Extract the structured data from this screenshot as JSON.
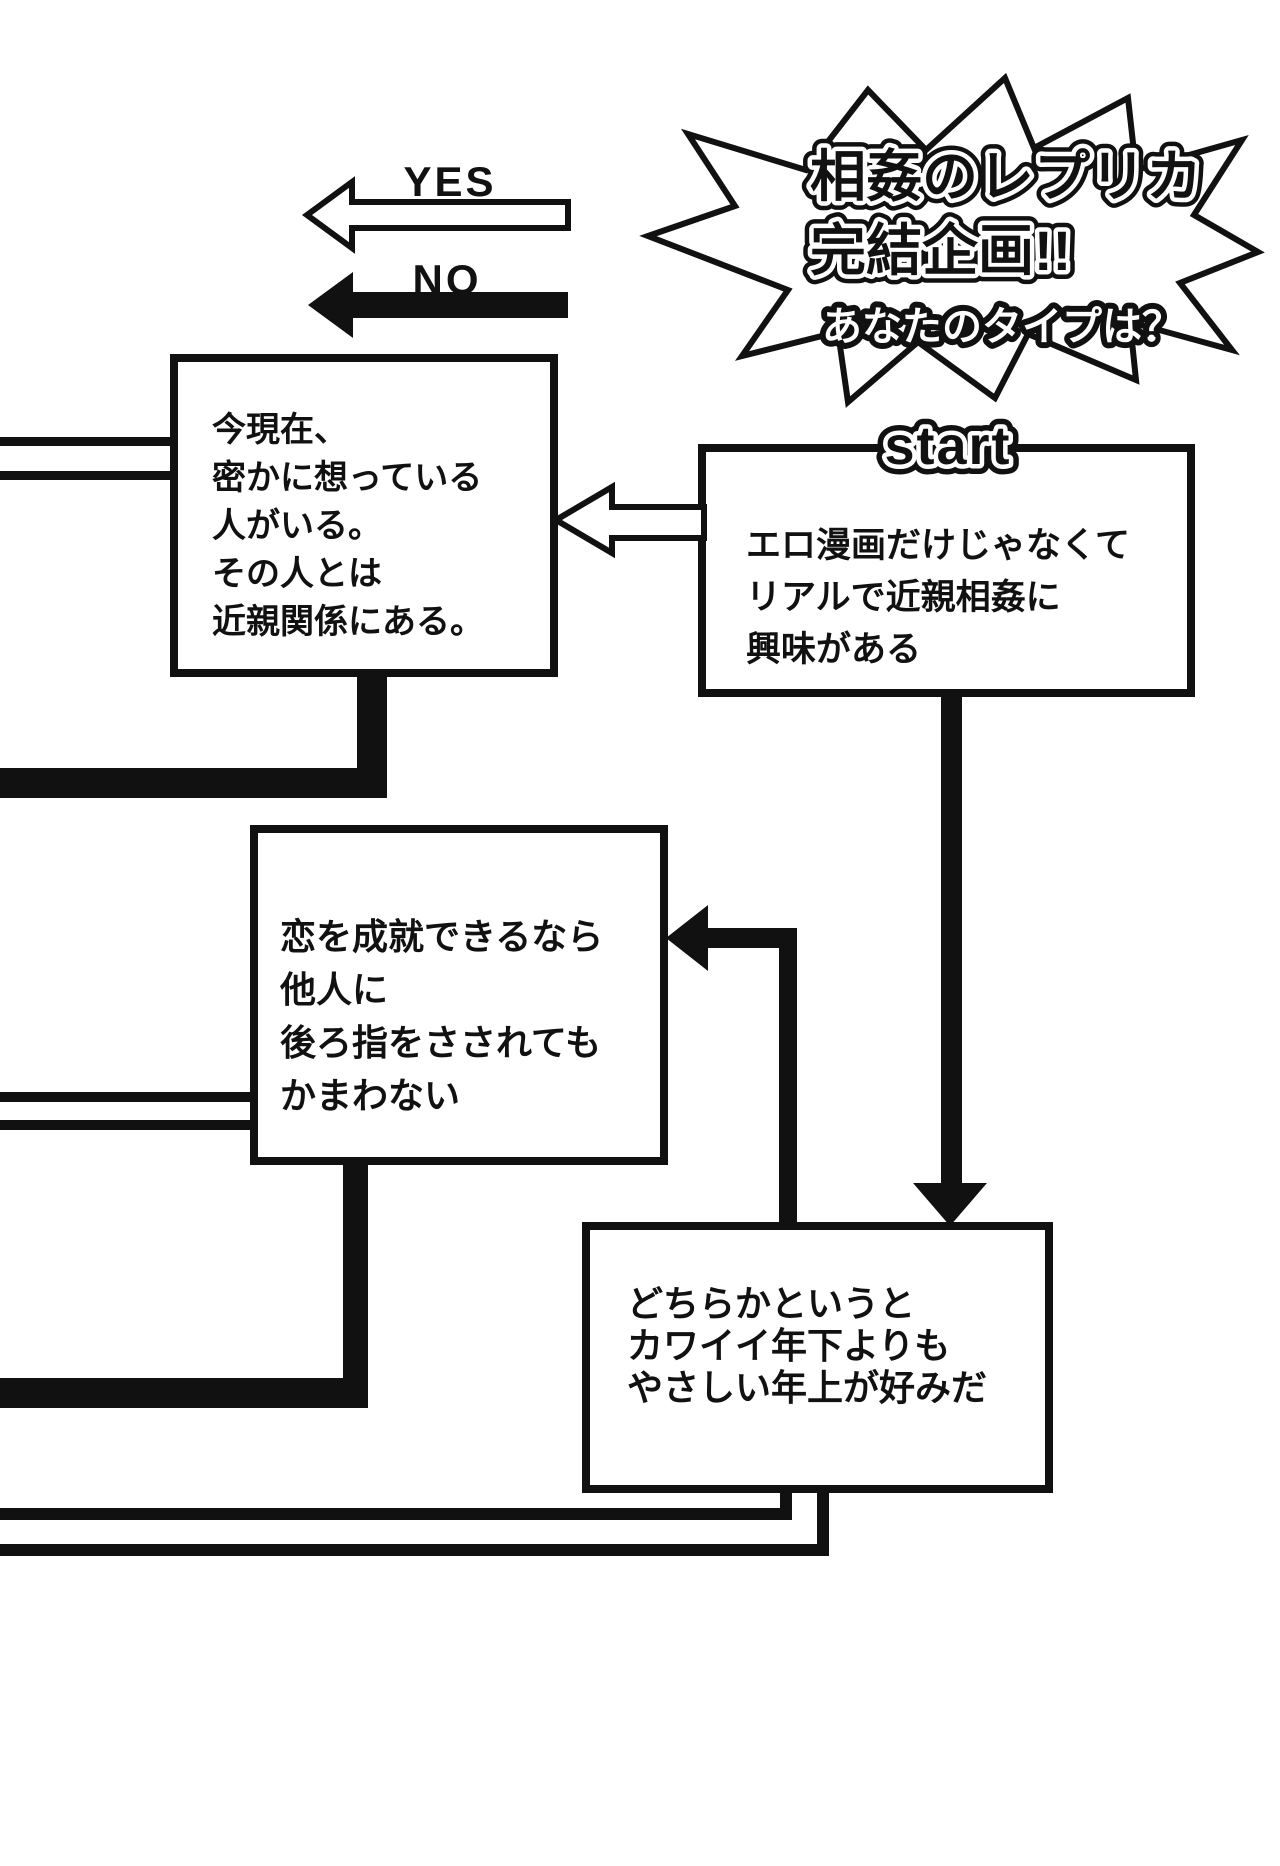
{
  "colors": {
    "ink": "#111111",
    "paper": "#ffffff"
  },
  "legend": {
    "yes": "YES",
    "no": "NO"
  },
  "burst": {
    "title_line1": "相姦のレプリカ",
    "title_line2": "完結企画!!",
    "subtitle": "あなたのタイプは？"
  },
  "flow": {
    "start_label": "start",
    "start_box": "エロ漫画だけじゃなくて\nリアルで近親相姦に\n興味がある",
    "crush_box": "今現在、\n密かに想っている\n人がいる。\nその人とは\n近親関係にある。",
    "approval_box": "恋を成就できるなら\n他人に\n後ろ指をさされても\nかまわない",
    "older_box": "どちらかというと\nカワイイ年下よりも\nやさしい年上が好みだ"
  }
}
